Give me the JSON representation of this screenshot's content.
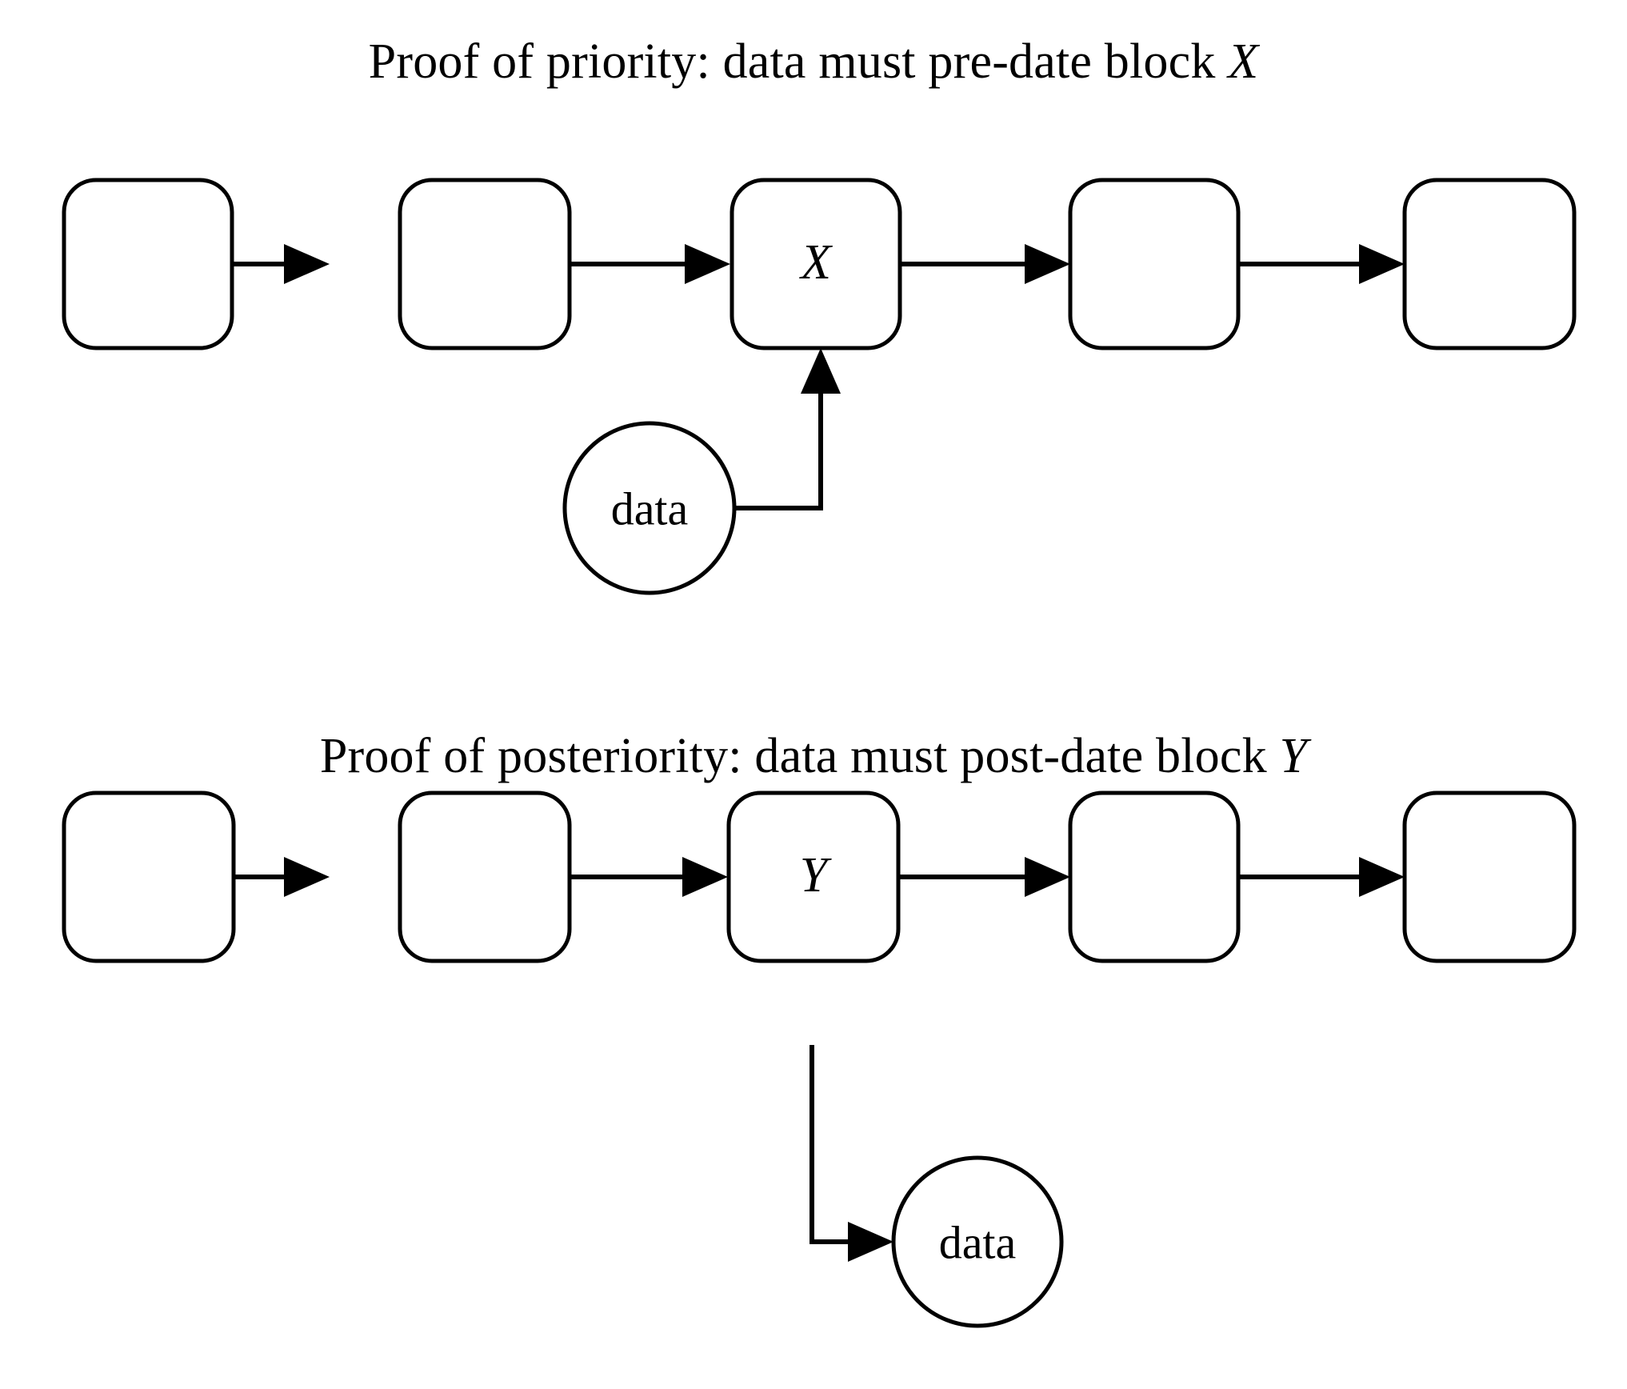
{
  "figure": {
    "background_color": "#ffffff",
    "stroke_color": "#000000",
    "panels": [
      {
        "id": "priority",
        "title_parts": {
          "text": "Proof of priority: data must pre-date block ",
          "variable": "X"
        },
        "chain_blocks": [
          {
            "label": ""
          },
          {
            "label": ""
          },
          {
            "label": "X"
          },
          {
            "label": ""
          },
          {
            "label": ""
          }
        ],
        "data_node": {
          "label": "data"
        },
        "edges": [
          {
            "from": "block-1",
            "to": "block-2",
            "kind": "chain-arrow"
          },
          {
            "from": "block-2",
            "to": "block-3",
            "kind": "chain-arrow"
          },
          {
            "from": "block-3",
            "to": "block-4",
            "kind": "chain-arrow"
          },
          {
            "from": "block-4",
            "to": "block-5",
            "kind": "chain-arrow"
          },
          {
            "from": "data",
            "to": "block-3",
            "kind": "elbow-arrow-up"
          }
        ]
      },
      {
        "id": "posteriority",
        "title_parts": {
          "text": "Proof of posteriority: data must post-date block ",
          "variable": "Y"
        },
        "chain_blocks": [
          {
            "label": ""
          },
          {
            "label": ""
          },
          {
            "label": "Y"
          },
          {
            "label": ""
          },
          {
            "label": ""
          }
        ],
        "data_node": {
          "label": "data"
        },
        "edges": [
          {
            "from": "block-1",
            "to": "block-2",
            "kind": "chain-arrow"
          },
          {
            "from": "block-2",
            "to": "block-3",
            "kind": "chain-arrow"
          },
          {
            "from": "block-3",
            "to": "block-4",
            "kind": "chain-arrow"
          },
          {
            "from": "block-4",
            "to": "block-5",
            "kind": "chain-arrow"
          },
          {
            "from": "block-3",
            "to": "data",
            "kind": "elbow-arrow-down-right"
          }
        ]
      }
    ]
  }
}
